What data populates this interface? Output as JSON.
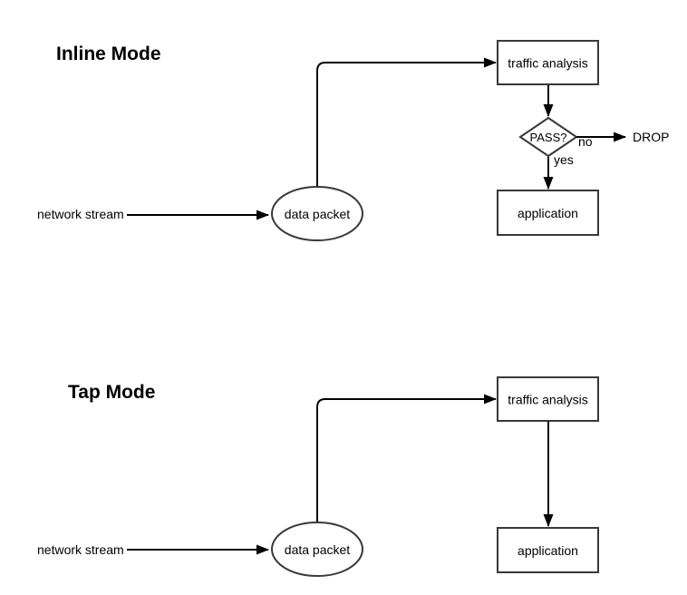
{
  "colors": {
    "background": "#ffffff",
    "connector": "#000000",
    "shape_stroke": "#383838",
    "text": "#000000"
  },
  "inline_mode": {
    "title": "Inline Mode",
    "source_label": "network stream",
    "packet_label": "data packet",
    "analysis_label": "traffic analysis",
    "decision_label": "PASS?",
    "decision_no": "no",
    "decision_yes": "yes",
    "drop_label": "DROP",
    "application_label": "application"
  },
  "tap_mode": {
    "title": "Tap Mode",
    "source_label": "network stream",
    "packet_label": "data packet",
    "analysis_label": "traffic analysis",
    "application_label": "application"
  }
}
